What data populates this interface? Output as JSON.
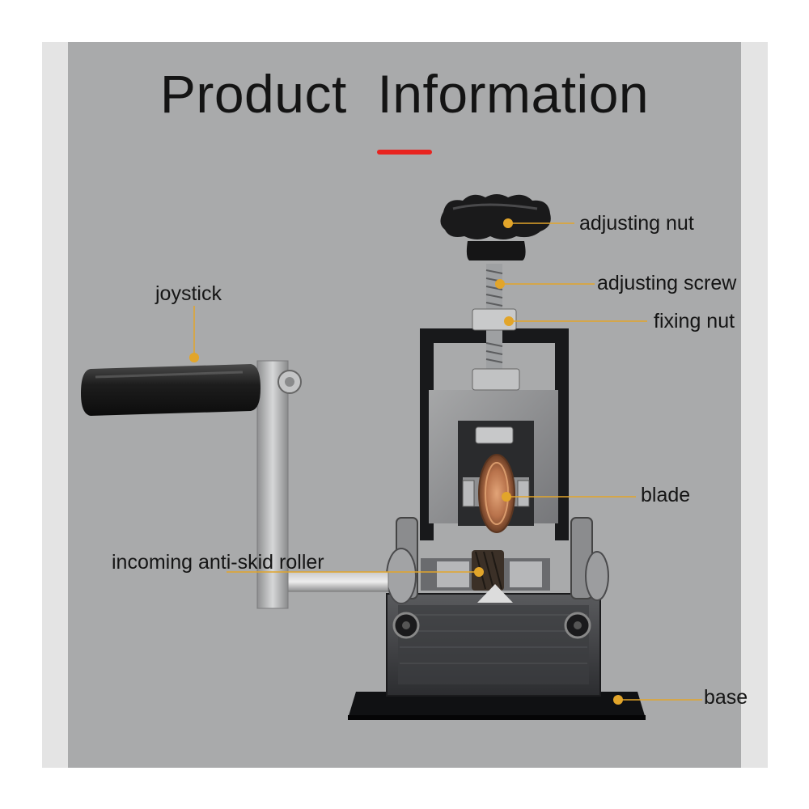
{
  "title": "Product  Information",
  "colors": {
    "accent_underline": "#e8231f",
    "callout": "#e2a52a",
    "panel_background": "#a9aaab",
    "frame_background": "#e4e4e4"
  },
  "labels": {
    "adjusting_nut": "adjusting nut",
    "adjusting_screw": "adjusting screw",
    "fixing_nut": "fixing nut",
    "joystick": "joystick",
    "blade": "blade",
    "incoming_roller": "incoming anti-skid roller",
    "base": "base"
  }
}
